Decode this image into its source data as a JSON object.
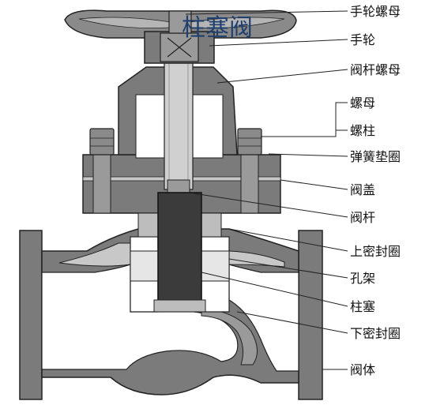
{
  "title": "柱塞阀",
  "labels": {
    "handwheel_nut": "手轮螺母",
    "handwheel": "手轮",
    "stem_nut": "阀杆螺母",
    "nut": "螺母",
    "stud": "螺柱",
    "spring_washer": "弹簧垫圈",
    "bonnet": "阀盖",
    "stem": "阀杆",
    "upper_seal_ring": "上密封圈",
    "lantern_ring": "孔架",
    "plunger": "柱塞",
    "lower_seal_ring": "下密封圈",
    "body": "阀体"
  },
  "colors": {
    "metal": "#7b7b7b",
    "metal_dark": "#4a4a4a",
    "plunger": "#3b3b3b",
    "seal": "#bdbdbd",
    "title": "#1f3f6e"
  }
}
